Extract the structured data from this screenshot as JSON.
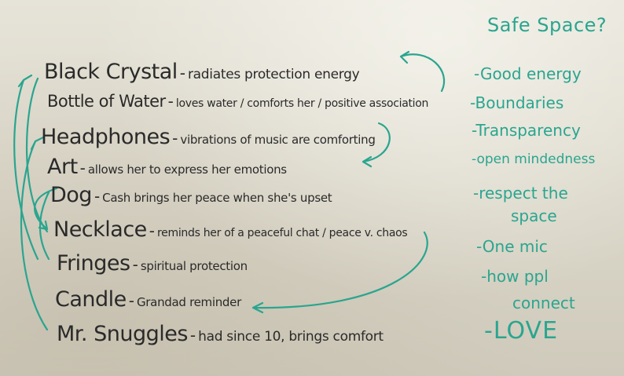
{
  "whiteboard": {
    "left_list": [
      {
        "label": "Black Crystal",
        "desc": "radiates protection energy"
      },
      {
        "label": "Bottle of Water",
        "desc": "loves water / comforts her / positive association"
      },
      {
        "label": "Headphones",
        "desc": "vibrations of music are comforting"
      },
      {
        "label": "Art",
        "desc": "allows her to express her emotions"
      },
      {
        "label": "Dog",
        "desc": "Cash brings her peace when she's upset"
      },
      {
        "label": "Necklace",
        "desc": "reminds her of a peaceful chat / peace v. chaos"
      },
      {
        "label": "Fringes",
        "desc": "spiritual protection"
      },
      {
        "label": "Candle",
        "desc": "Grandad reminder"
      },
      {
        "label": "Mr. Snuggles",
        "desc": "had since 10, brings comfort"
      }
    ],
    "separator": "-",
    "right_title": "Safe Space?",
    "right_items": [
      "-Good energy",
      "-Boundaries",
      "-Transparency",
      "-open mindedness",
      "-respect the",
      "space",
      "-One mic",
      "-how ppl",
      "connect",
      "-LOVE"
    ],
    "colors": {
      "dark_ink": "#2a2a2a",
      "teal_ink": "#2aa58f",
      "board": "#e0ddd1"
    }
  }
}
